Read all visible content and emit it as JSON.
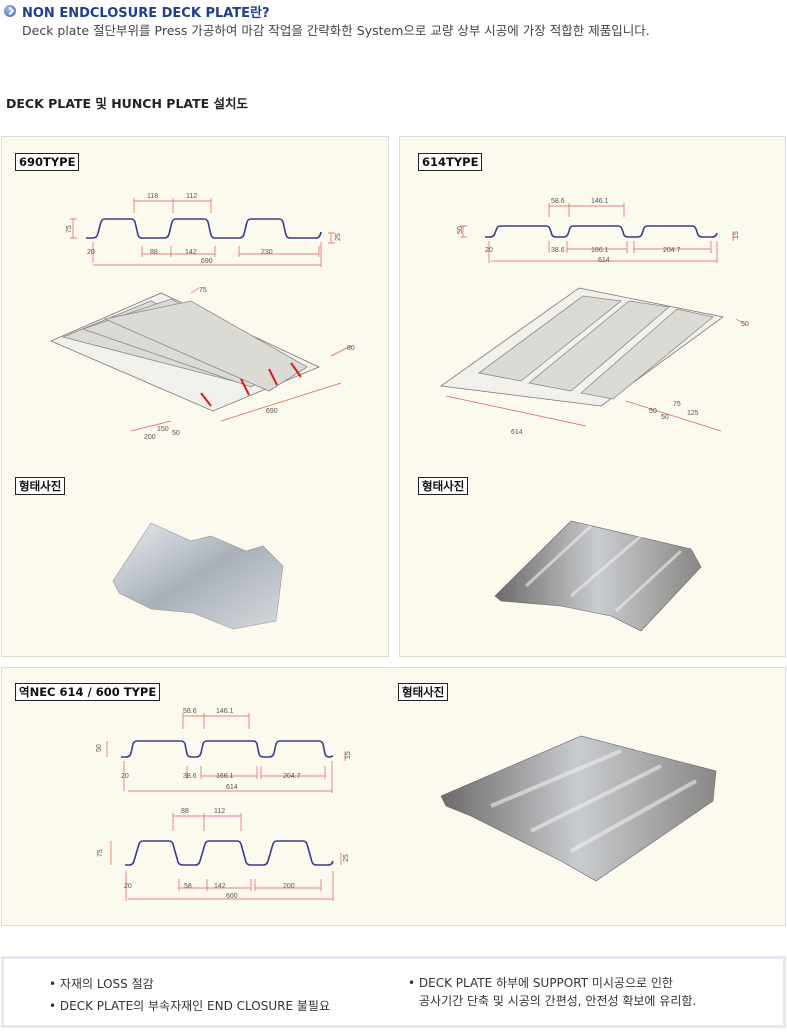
{
  "header": {
    "title": "NON ENDCLOSURE DECK PLATE란?",
    "description": "Deck plate 절단부위를 Press 가공하여 마감 작업을 간략화한 System으로 교량 상부 시공에 가장 적합한 제품입니다."
  },
  "section_title": "DECK PLATE 및 HUNCH PLATE 설치도",
  "panels": {
    "type690": {
      "label": "690TYPE",
      "photo_label": "형태사진",
      "profile_dims": {
        "top1": "118",
        "top2": "112",
        "height": "75",
        "edge": "20",
        "b1": "88",
        "b2": "142",
        "b3": "230",
        "total": "690",
        "lip": "25"
      },
      "iso_dims": {
        "rib": "75",
        "end": "80",
        "total": "690",
        "a": "150",
        "b": "50",
        "c": "200"
      }
    },
    "type614": {
      "label": "614TYPE",
      "photo_label": "형태사진",
      "profile_dims": {
        "top1": "58.6",
        "top2": "146.1",
        "height": "50",
        "edge": "20",
        "b1": "38.6",
        "b2": "166.1",
        "b3": "204.7",
        "total": "614",
        "lip": "15"
      },
      "iso_dims": {
        "end": "50",
        "total": "614",
        "a": "50",
        "b": "75",
        "c": "50",
        "d": "125"
      }
    },
    "nec": {
      "label": "역NEC 614 / 600 TYPE",
      "photo_label": "형태사진",
      "profile614": {
        "top1": "58.6",
        "top2": "146.1",
        "height": "50",
        "edge": "20",
        "b1": "38.6",
        "b2": "166.1",
        "b3": "204.7",
        "total": "614",
        "lip": "15"
      },
      "profile600": {
        "top1": "88",
        "top2": "112",
        "height": "75",
        "edge": "20",
        "b1": "58",
        "b2": "142",
        "b3": "200",
        "total": "600",
        "lip": "25"
      }
    }
  },
  "notes": {
    "left": [
      "• 자재의 LOSS 절감",
      "• DECK PLATE의 부속자재인 END CLOSURE 불필요"
    ],
    "right": [
      "• DECK PLATE 하부에 SUPPORT 미시공으로 인한",
      "공사기간 단축 및 시공의 간편성, 안전성 확보에 유리함."
    ]
  }
}
